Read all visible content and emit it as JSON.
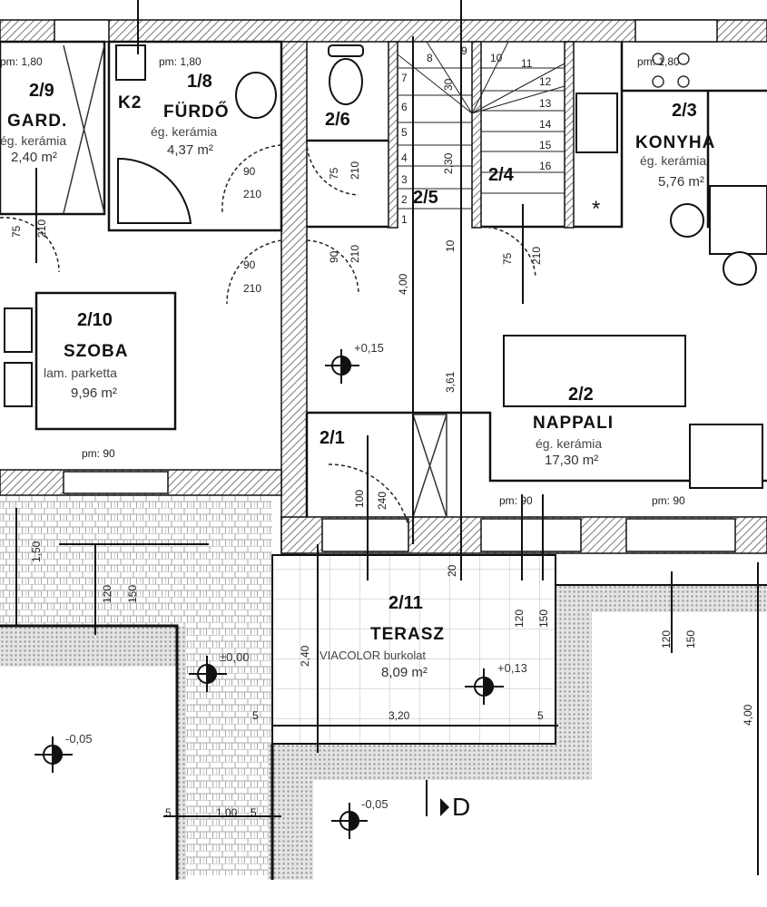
{
  "rooms": [
    {
      "id": "2/9",
      "name": "GARD.",
      "material": "ég. kerámia",
      "area": "2,40 m²",
      "pm": "pm: 1,80"
    },
    {
      "id": "1/8",
      "name": "FÜRDŐ",
      "material": "ég. kerámia",
      "area": "4,37 m²",
      "pm": "pm: 1,80"
    },
    {
      "id": "2/6"
    },
    {
      "id": "2/5"
    },
    {
      "id": "2/4"
    },
    {
      "id": "2/3",
      "name": "KONYHA",
      "material": "ég. kerámia",
      "area": "5,76 m²",
      "pm": "pm: 1,80"
    },
    {
      "id": "2/10",
      "name": "SZOBA",
      "material": "lam. parketta",
      "area": "9,96 m²"
    },
    {
      "id": "2/2",
      "name": "NAPPALI",
      "material": "ég. kerámia",
      "area": "17,30 m²"
    },
    {
      "id": "2/1"
    },
    {
      "id": "2/11",
      "name": "TERASZ",
      "material": "VIACOLOR  burkolat",
      "area": "8,09 m²"
    }
  ],
  "labels": {
    "k2": "K2",
    "section": "D"
  },
  "stairs": [
    "1",
    "2",
    "3",
    "4",
    "5",
    "6",
    "7",
    "8",
    "9",
    "10",
    "11",
    "12",
    "13",
    "14",
    "15",
    "16"
  ],
  "doors": {
    "d90": "90",
    "d210": "210",
    "d75": "75",
    "d100": "100",
    "d240": "240"
  },
  "dimensions": {
    "stair_len": "2,30",
    "hall": "4,00",
    "hall2": "3,61",
    "ten": "10",
    "twenty": "20",
    "terrace_w": "3,20",
    "terrace_h": "2,40",
    "five": "5",
    "path_w": "1,00",
    "path_h": "1,50",
    "w120": "120",
    "w150": "150",
    "right_h": "4,00",
    "pm90": "pm: 90",
    "step30": "30"
  },
  "levels": [
    "+0,15",
    "±0,00",
    "+0,13",
    "-0,05",
    "-0,05"
  ]
}
